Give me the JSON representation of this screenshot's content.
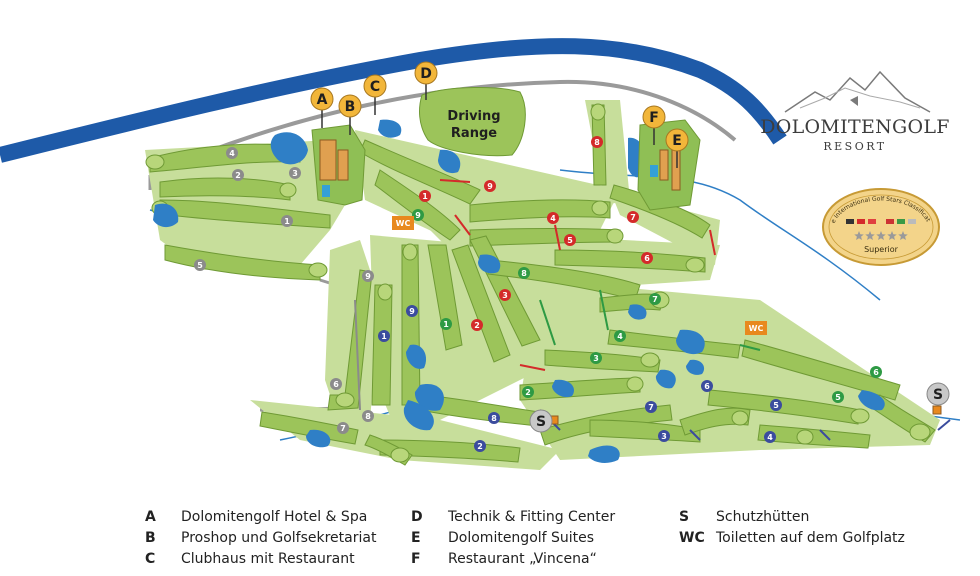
{
  "brand": {
    "name": "DOLOMITENGOLF",
    "sub": "RESORT"
  },
  "badge": {
    "arc_text": "The International Golf Stars Classification",
    "rating": "Superior",
    "stars": 5
  },
  "driving_range": {
    "line1": "Driving",
    "line2": "Range"
  },
  "markers": {
    "A": "A",
    "B": "B",
    "C": "C",
    "D": "D",
    "E": "E",
    "F": "F",
    "S": "S",
    "WC": "WC"
  },
  "holes": {
    "course_grey": [
      "1",
      "2",
      "3",
      "4",
      "5",
      "6",
      "7",
      "8",
      "9"
    ],
    "course_red": [
      "1",
      "2",
      "3",
      "4",
      "5",
      "6",
      "7",
      "8",
      "9"
    ],
    "course_green": [
      "1",
      "2",
      "3",
      "4",
      "5",
      "6",
      "7",
      "8",
      "9"
    ],
    "course_blue": [
      "1",
      "2",
      "3",
      "4",
      "5",
      "6",
      "7",
      "8",
      "9"
    ]
  },
  "colors": {
    "river": "#1e5aa8",
    "road": "#9a9a9a",
    "fairway": "#9cc45a",
    "fairway_edge": "#6f9a35",
    "rough": "#c7de9b",
    "water": "#2f7fc6",
    "marker_gold": "#f2b63a",
    "wc_orange": "#e8891e",
    "hole_grey": "#8b8b8b",
    "hole_red": "#d42a2a",
    "hole_green": "#2e9a44",
    "hole_blue": "#3b4c9e"
  },
  "legend": [
    [
      {
        "key": "A",
        "text": "Dolomitengolf Hotel & Spa"
      },
      {
        "key": "B",
        "text": "Proshop und Golfsekretariat"
      },
      {
        "key": "C",
        "text": "Clubhaus mit Restaurant"
      }
    ],
    [
      {
        "key": "D",
        "text": "Technik & Fitting Center"
      },
      {
        "key": "E",
        "text": "Dolomitengolf Suites"
      },
      {
        "key": "F",
        "text": "Restaurant „Vincena“"
      }
    ],
    [
      {
        "key": "S",
        "text": "Schutzhütten"
      },
      {
        "key": "WC",
        "text": "Toiletten auf dem Golfplatz"
      }
    ]
  ]
}
